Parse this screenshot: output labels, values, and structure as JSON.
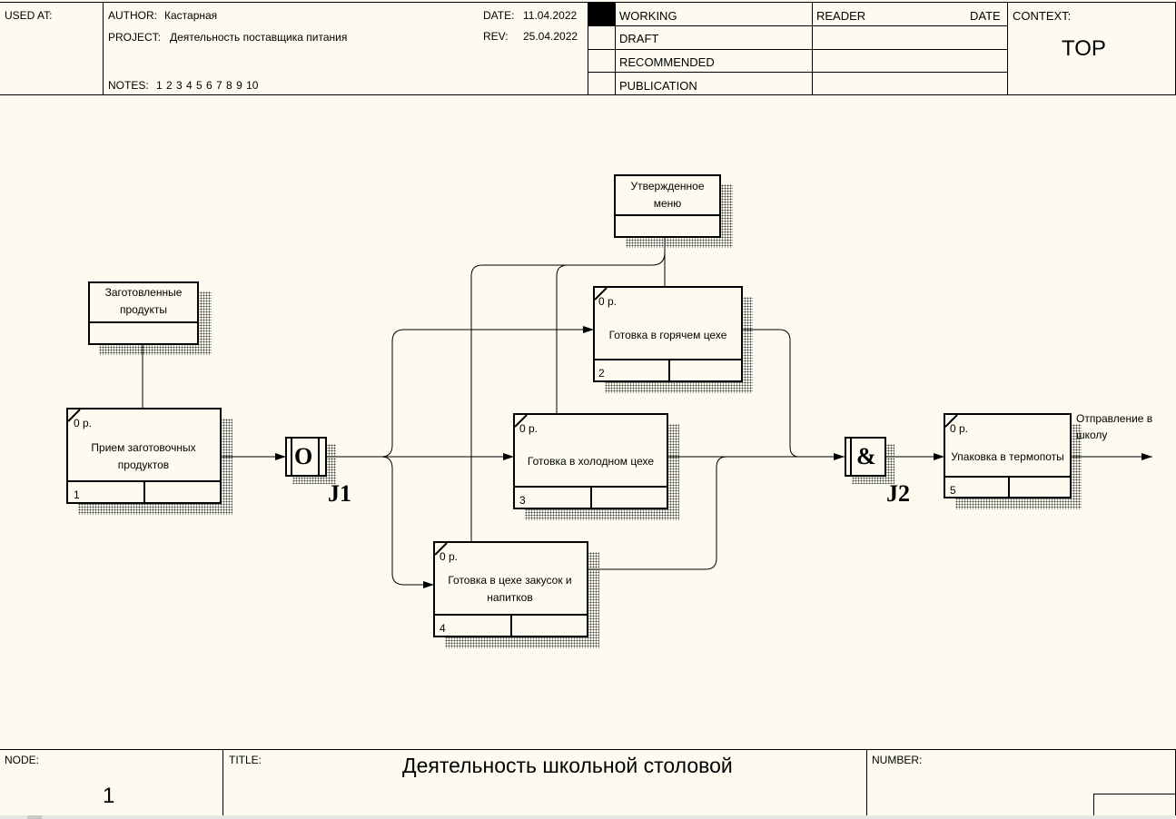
{
  "header": {
    "used_at_label": "USED AT:",
    "author_label": "AUTHOR:",
    "author": "Кастарная",
    "project_label": "PROJECT:",
    "project": "Деятельность поставщика питания",
    "date_label": "DATE:",
    "date": "11.04.2022",
    "rev_label": "REV:",
    "rev": "25.04.2022",
    "notes_label": "NOTES:",
    "notes": "1 2 3 4 5 6 7 8 9 10",
    "status": [
      "WORKING",
      "DRAFT",
      "RECOMMENDED",
      "PUBLICATION"
    ],
    "reader_label": "READER",
    "reader_date_label": "DATE",
    "context_label": "CONTEXT:",
    "context": "TOP"
  },
  "diagram": {
    "refs": {
      "zagotovlennye": "Заготовленные продукты",
      "menu": "Утвержденное меню"
    },
    "activities": [
      {
        "id": "1",
        "cost": "0 р.",
        "label": "Прием заготовочных продуктов"
      },
      {
        "id": "2",
        "cost": "0 р.",
        "label": "Готовка в горячем цехе"
      },
      {
        "id": "3",
        "cost": "0 р.",
        "label": "Готовка в холодном цехе"
      },
      {
        "id": "4",
        "cost": "0 р.",
        "label": "Готовка в цехе закусок и напитков"
      },
      {
        "id": "5",
        "cost": "0 р.",
        "label": "Упаковка в термопоты"
      }
    ],
    "junctions": [
      {
        "symbol": "O",
        "label": "J1"
      },
      {
        "symbol": "&",
        "label": "J2"
      }
    ],
    "output_arrow_label": "Отправление в школу"
  },
  "footer": {
    "node_label": "NODE:",
    "node": "1",
    "title_label": "TITLE:",
    "title": "Деятельность школьной столовой",
    "number_label": "NUMBER:"
  }
}
